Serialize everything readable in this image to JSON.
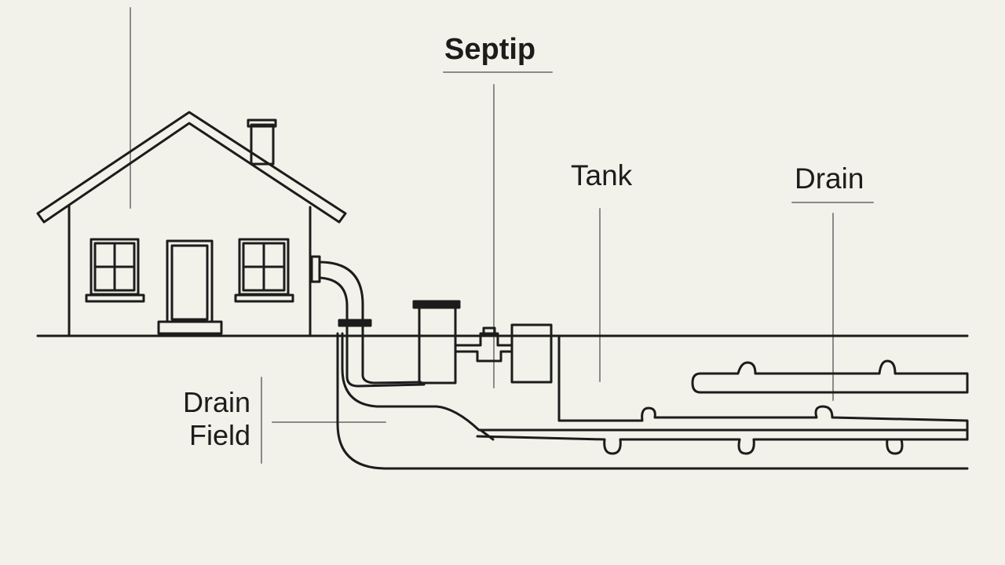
{
  "labels": {
    "septip": "Septip",
    "tank": "Tank",
    "drain": "Drain",
    "drain_field_line1": "Drain",
    "drain_field_line2": "Field"
  },
  "colors": {
    "background": "#f2f2ea",
    "stroke": "#1c1c1c",
    "leader": "#8a8a8a"
  }
}
